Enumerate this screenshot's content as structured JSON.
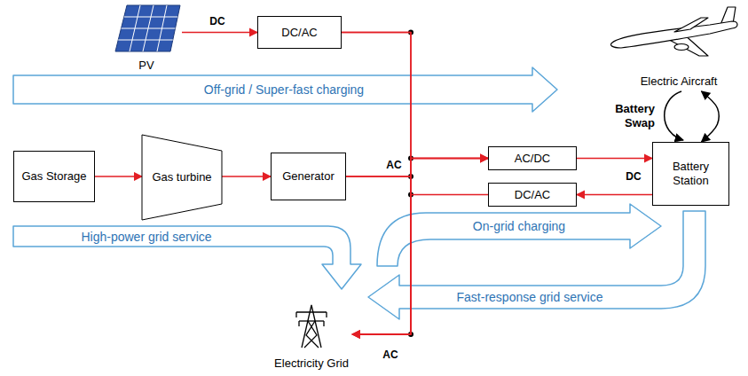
{
  "diagram": {
    "nodes": [
      {
        "text": [
          "PV"
        ]
      },
      {
        "text": [
          "DC/AC"
        ]
      },
      {
        "text": [
          "Gas Storage"
        ]
      },
      {
        "text": [
          "Gas turbine"
        ]
      },
      {
        "text": [
          "Generator"
        ]
      },
      {
        "text": [
          "AC/DC"
        ]
      },
      {
        "text": [
          "DC/AC"
        ]
      },
      {
        "text": [
          "Battery Station"
        ]
      },
      {
        "text": [
          "Electric Aircraft"
        ]
      },
      {
        "text": [
          "Electricity Grid"
        ]
      }
    ],
    "edges": [
      {
        "from": 0,
        "to": 1,
        "arrow": "to",
        "label": "DC"
      },
      {
        "from": 2,
        "to": 3,
        "arrow": "to"
      },
      {
        "from": 3,
        "to": 4,
        "arrow": "to"
      },
      {
        "from": 1,
        "to": 5,
        "arrow": "to"
      },
      {
        "from": 4,
        "to": 5,
        "arrow": "to"
      },
      {
        "from": 5,
        "to": 7,
        "arrow": "to"
      },
      {
        "from": 7,
        "to": 6,
        "arrow": "to"
      },
      {
        "from": 1,
        "to": 9,
        "arrow": "to"
      },
      {
        "from": 4,
        "to": 9,
        "arrow": "to"
      },
      {
        "from": 6,
        "to": 9,
        "arrow": "to"
      },
      {
        "from": 9,
        "to": 5,
        "arrow": "to"
      },
      {
        "from": 7,
        "to": 8,
        "arrow": "both",
        "label": "Battery Swap"
      }
    ],
    "labels": [
      "AC",
      "DC",
      "AC",
      "Off-grid / Super-fast charging",
      "High-power grid service",
      "On-grid charging",
      "Fast-response grid service"
    ]
  }
}
